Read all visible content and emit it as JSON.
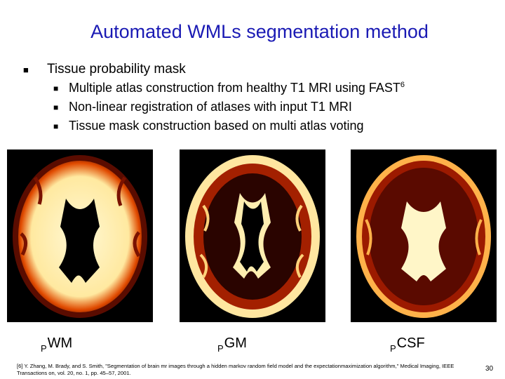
{
  "title": "Automated WMLs segmentation method",
  "bullet_main": "Tissue probability mask",
  "sub_bullets": [
    "Multiple atlas construction from healthy T1 MRI using FAST",
    "Non-linear registration of atlases with input T1 MRI",
    "Tissue mask construction based on multi atlas voting"
  ],
  "fast_ref": "6",
  "images": [
    {
      "label_prefix": "P",
      "label": "WM"
    },
    {
      "label_prefix": "P",
      "label": "GM"
    },
    {
      "label_prefix": "P",
      "label": "CSF"
    }
  ],
  "footnote_id": "[6]",
  "footnote": "Y. Zhang, M. Brady, and S. Smith, \"Segmentation of brain mr images through a hidden markov random field model and the expectationmaximization algorithm,\" Medical Imaging, IEEE Transactions on, vol. 20, no. 1, pp. 45–57, 2001.",
  "page_number": "30",
  "colors": {
    "title": "#1a1ab4",
    "heat_hot": "#fff6c8",
    "heat_mid": "#e04a00",
    "heat_low": "#6a0e00"
  }
}
